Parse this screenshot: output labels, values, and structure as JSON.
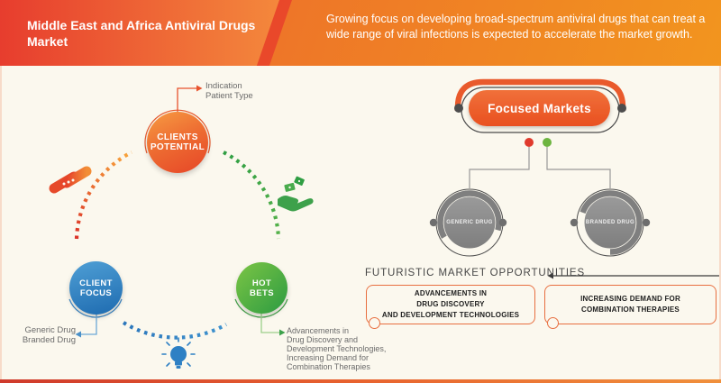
{
  "header": {
    "title": "Middle East and Africa Antiviral Drugs Market",
    "description": "Growing focus on developing broad-spectrum antiviral drugs that can treat a wide range of viral infections is expected to accelerate the market growth."
  },
  "cycle": {
    "clients_potential": {
      "line1": "CLIENTS",
      "line2": "POTENTIAL",
      "annotation": "Indication\nPatient Type"
    },
    "client_focus": {
      "line1": "CLIENT",
      "line2": "FOCUS",
      "annotation": "Generic Drug\nBranded Drug"
    },
    "hot_bets": {
      "line1": "HOT",
      "line2": "BETS",
      "annotation": "Advancements in\nDrug Discovery and\nDevelopment Technologies,\nIncreasing Demand for\nCombination Therapies"
    }
  },
  "focused_markets": {
    "title": "Focused Markets",
    "segments": [
      {
        "label": "GENERIC DRUG"
      },
      {
        "label": "BRANDED DRUG"
      }
    ]
  },
  "opportunities": {
    "heading": "FUTURISTIC MARKET OPPORTUNITIES",
    "items": [
      {
        "label": "ADVANCEMENTS IN\nDRUG DISCOVERY\nAND DEVELOPMENT TECHNOLOGIES"
      },
      {
        "label": "INCREASING DEMAND FOR\nCOMBINATION THERAPIES"
      }
    ]
  },
  "colors": {
    "accent_orange": "#ee5a2b",
    "accent_red": "#e23a2c",
    "accent_green": "#3da14b",
    "accent_blue": "#2e80c4",
    "neutral_gray": "#8b8b8b"
  }
}
